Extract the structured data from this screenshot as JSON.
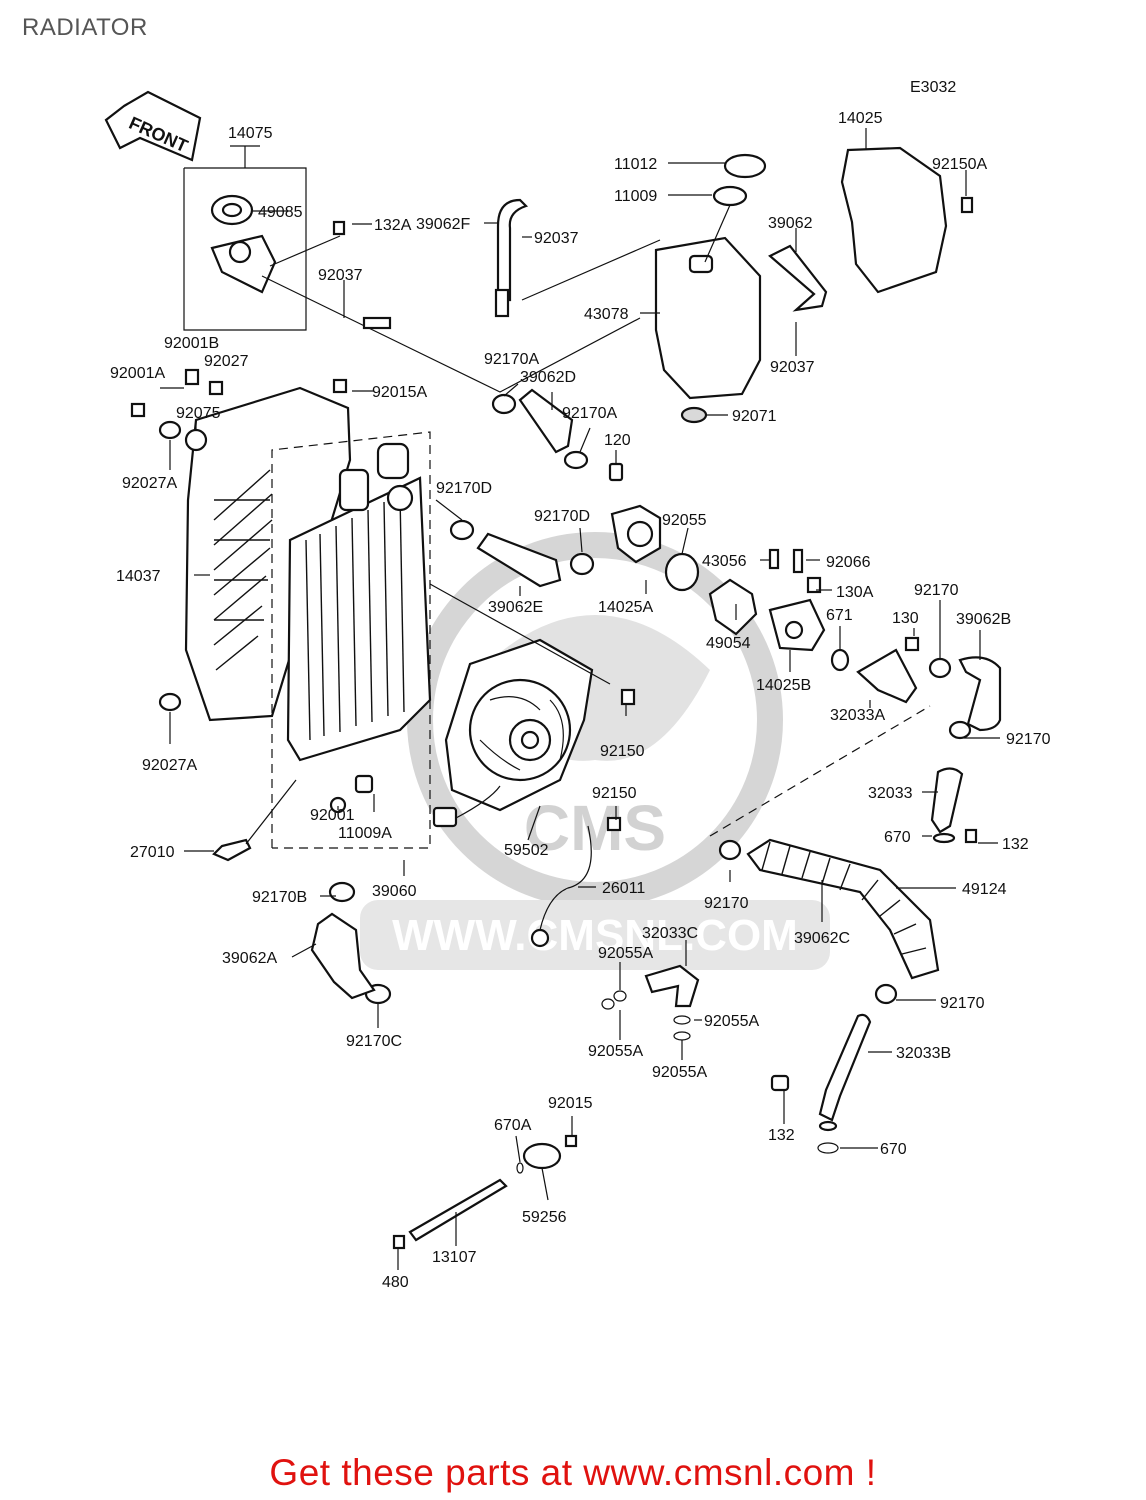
{
  "title": "RADIATOR",
  "diagram_code": "E3032",
  "front_label": "FRONT",
  "watermark_text": "WWW.CMSNL.COM",
  "footer_text": "Get these parts at www.cmsnl.com !",
  "colors": {
    "footer": "#e0120f",
    "title": "#555555",
    "watermark": "#cfcfcf"
  },
  "callouts": {
    "c14075": "14075",
    "c49085": "49085",
    "c132A": "132A",
    "c39062F": "39062F",
    "c92037a": "92037",
    "c92037b": "92037",
    "c11012": "11012",
    "c11009": "11009",
    "c14025": "14025",
    "c92150A": "92150A",
    "c39062": "39062",
    "c43078": "43078",
    "c92037c": "92037",
    "c92001B": "92001B",
    "c92027": "92027",
    "c92001A": "92001A",
    "c92015A": "92015A",
    "c92170A1": "92170A",
    "c39062D": "39062D",
    "c92170A2": "92170A",
    "c92071": "92071",
    "c92075": "92075",
    "c92027A1": "92027A",
    "c120": "120",
    "c92170D1": "92170D",
    "c92170D2": "92170D",
    "c92055": "92055",
    "c43056": "43056",
    "c92066": "92066",
    "c14037": "14037",
    "c39062E": "39062E",
    "c14025A": "14025A",
    "c130A": "130A",
    "c92170a": "92170",
    "c671": "671",
    "c130": "130",
    "c39062B": "39062B",
    "c49054": "49054",
    "c14025B": "14025B",
    "c32033A": "32033A",
    "c92027A2": "92027A",
    "c92150a": "92150",
    "c92170b": "92170",
    "c32033": "32033",
    "c92001": "92001",
    "c11009A": "11009A",
    "c92150b": "92150",
    "c670a": "670",
    "c132a": "132",
    "c27010": "27010",
    "c59502": "59502",
    "c92170c": "92170",
    "c92170B": "92170B",
    "c39060": "39060",
    "c26011": "26011",
    "c49124": "49124",
    "c32033C": "32033C",
    "c39062C": "39062C",
    "c92055A1": "92055A",
    "c39062A": "39062A",
    "c92170d": "92170",
    "c92055A2": "92055A",
    "c92055A3": "92055A",
    "c92170C": "92170C",
    "c92055A4": "92055A",
    "c32033B": "32033B",
    "c92015": "92015",
    "c670A": "670A",
    "c132b": "132",
    "c670b": "670",
    "c59256": "59256",
    "c13107": "13107",
    "c480": "480"
  }
}
